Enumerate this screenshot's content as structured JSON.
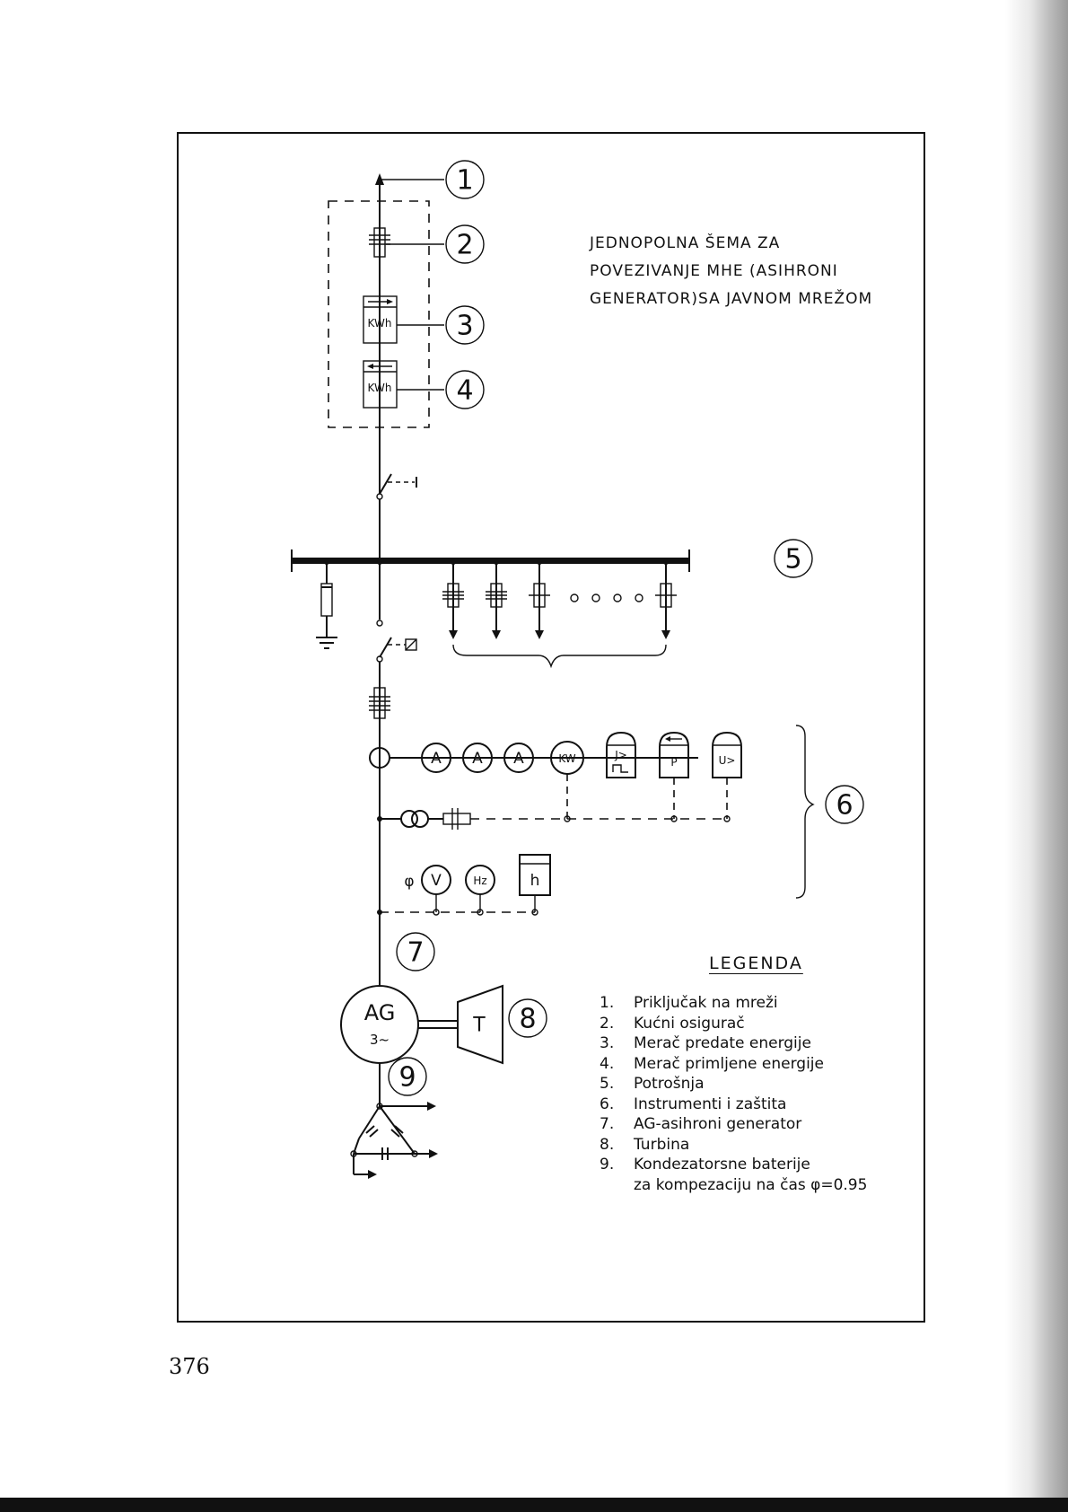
{
  "title_lines": [
    "JEDNOPOLNA ŠEMA ZA",
    "POVEZIVANJE MHE (ASIHRONI",
    "GENERATOR)SA JAVNOM MREŽOM"
  ],
  "callouts": [
    "1",
    "2",
    "3",
    "4",
    "5",
    "6",
    "7",
    "8",
    "9"
  ],
  "meter_label": "KWh",
  "instruments": {
    "ammeter": "A",
    "wattmeter": "KW",
    "relay_current": "J>",
    "relay_power": "P",
    "relay_voltage": "U>",
    "voltmeter": "V",
    "frequency": "Hz",
    "hour_counter": "h",
    "phase_symbol": "φ"
  },
  "generator": {
    "name": "AG",
    "phase": "3~"
  },
  "turbine": "T",
  "legend": {
    "heading": "LEGENDA",
    "items": [
      {
        "num": "1.",
        "text": "Priključak na mreži"
      },
      {
        "num": "2.",
        "text": "Kućni osigurač"
      },
      {
        "num": "3.",
        "text": "Merač predate energije"
      },
      {
        "num": "4.",
        "text": "Merač primljene energije"
      },
      {
        "num": "5.",
        "text": "Potrošnja"
      },
      {
        "num": "6.",
        "text": "Instrumenti i zaštita"
      },
      {
        "num": "7.",
        "text": "AG-asihroni generator"
      },
      {
        "num": "8.",
        "text": "Turbina"
      },
      {
        "num": "9.",
        "text": "Kondezatorsne baterije"
      }
    ],
    "continuation": "za kompezaciju na čas φ=0.95"
  },
  "page_number": "376"
}
